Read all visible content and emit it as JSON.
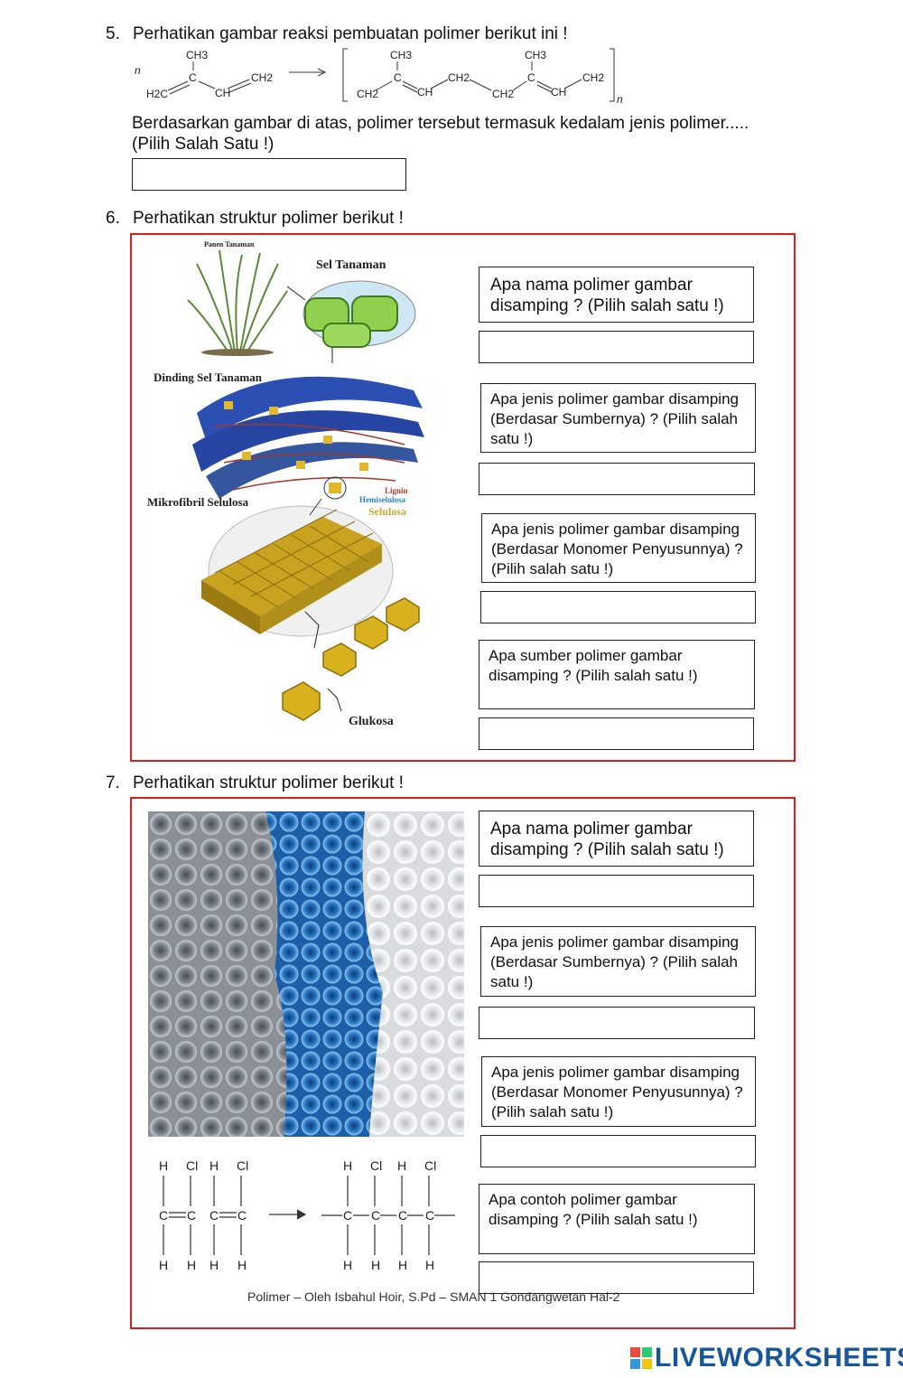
{
  "q5": {
    "number": "5.",
    "title": "Perhatikan gambar reaksi pembuatan polimer berikut ini !",
    "reaction": {
      "n_left": "n",
      "ch3_a": "CH3",
      "c_a": "C",
      "h2c": "H2C",
      "ch_a": "CH",
      "ch2_a": "CH2",
      "ch3_b": "CH3",
      "c_b": "C",
      "ch2_b": "CH2",
      "ch_b": "CH",
      "ch2_c": "CH2",
      "ch2_d": "CH2",
      "ch3_c": "CH3",
      "c_c": "C",
      "ch_c": "CH",
      "ch2_e": "CH2",
      "n_right": "n"
    },
    "line1": "Berdasarkan gambar di atas, polimer tersebut termasuk kedalam jenis polimer.....",
    "line2": "(Pilih Salah Satu !)"
  },
  "q6": {
    "number": "6.",
    "title": "Perhatikan struktur polimer berikut !",
    "figure": {
      "panen": "Panen Tanaman",
      "sel": "Sel Tanaman",
      "dinding": "Dinding Sel Tanaman",
      "mikro": "Mikrofibril Selulosa",
      "lignin": "Lignin",
      "hemi": "Hemiselulosa",
      "selulosa": "Selulosa",
      "glukosa": "Glukosa"
    },
    "questions": [
      "Apa nama polimer gambar disamping ? (Pilih salah satu !)",
      "Apa jenis polimer gambar disamping (Berdasar Sumbernya) ? (Pilih salah satu !)",
      "Apa jenis polimer gambar disamping (Berdasar Monomer Penyusunnya) ? (Pilih salah satu !)",
      "Apa sumber polimer gambar disamping ? (Pilih salah satu !)"
    ]
  },
  "q7": {
    "number": "7.",
    "title": "Perhatikan struktur polimer berikut !",
    "formula": {
      "h": "H",
      "cl": "Cl",
      "c": "C"
    },
    "questions": [
      "Apa nama polimer gambar disamping ? (Pilih salah satu !)",
      "Apa jenis polimer gambar disamping (Berdasar Sumbernya) ? (Pilih salah satu !)",
      "Apa jenis polimer gambar disamping (Berdasar Monomer Penyusunnya) ? (Pilih salah satu !)",
      "Apa contoh polimer gambar disamping ? (Pilih salah satu !)"
    ]
  },
  "footer": "Polimer  – Oleh Isbahul Hoir, S.Pd – SMAN 1 Gondangwetan     Hal-2",
  "brand": "LIVEWORKSHEETS",
  "colors": {
    "frame": "#d42020",
    "brand": "#17569b"
  }
}
